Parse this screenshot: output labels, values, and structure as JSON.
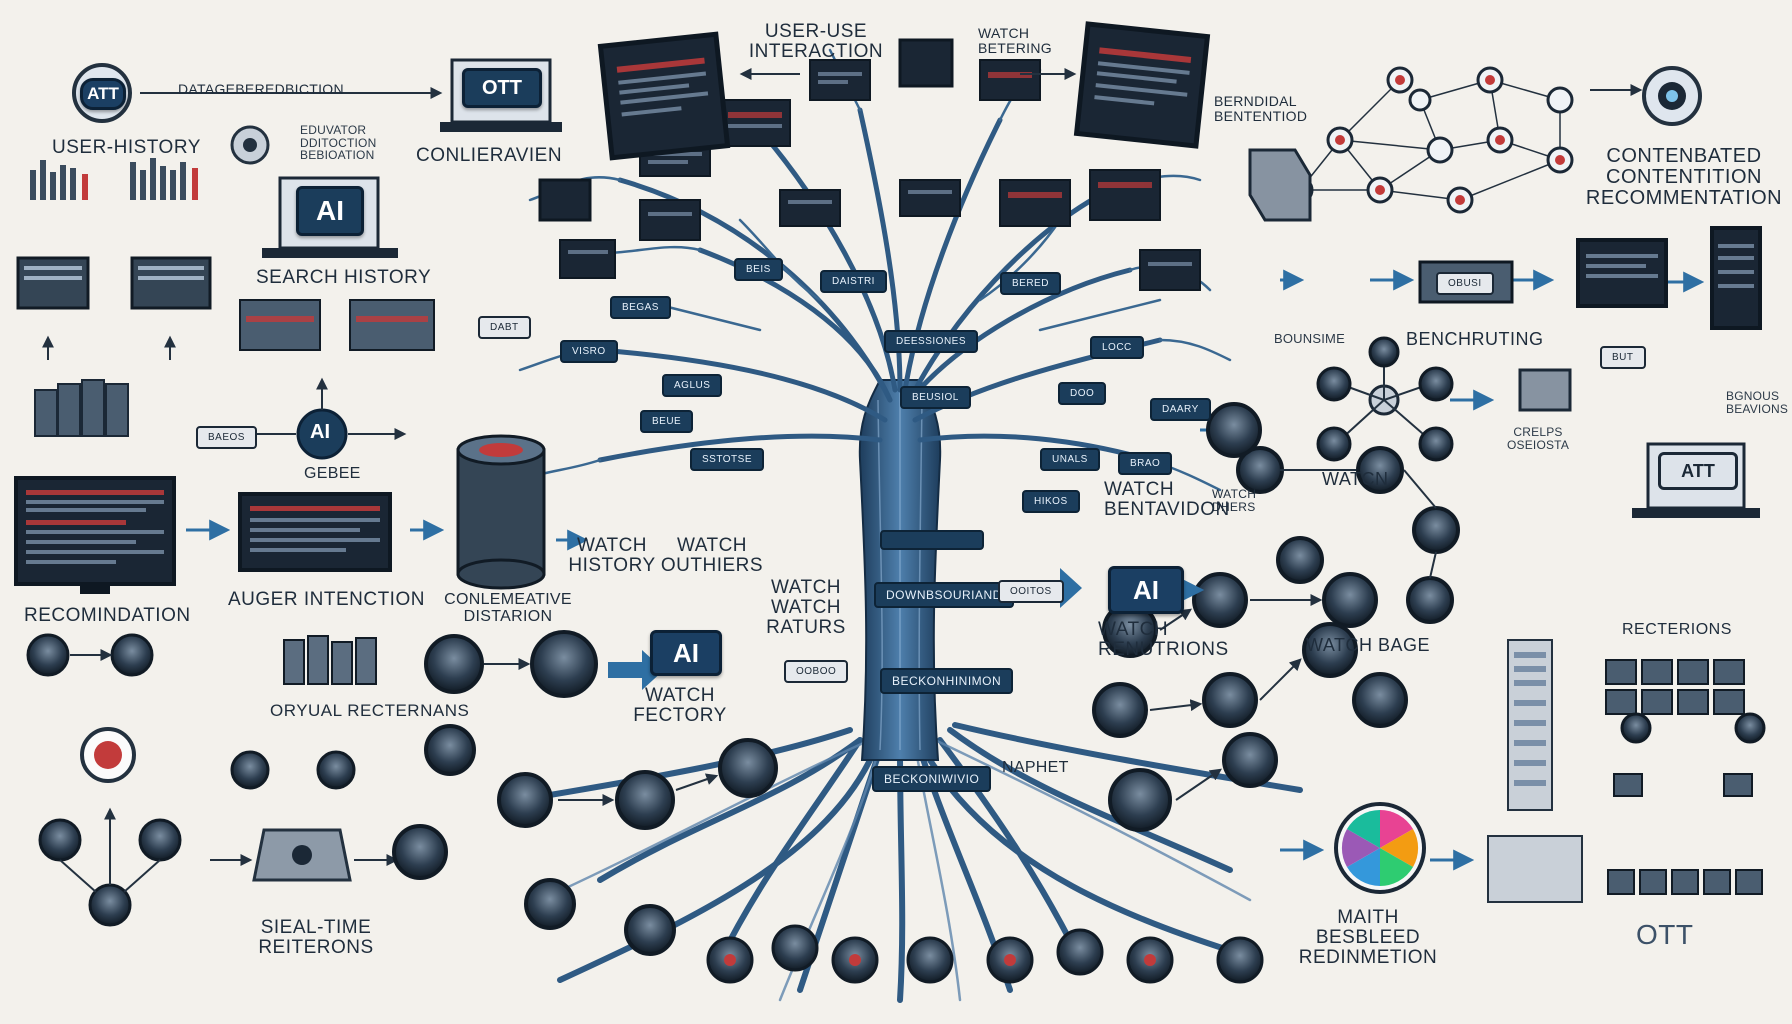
{
  "colors": {
    "background": "#f3f1ec",
    "trunk": "#2f5a83",
    "navy": "#1b3d5b",
    "accent_red": "#c23b3b",
    "arrow": "#2e6fa3"
  },
  "labels": {
    "att_badge_top": "ATT",
    "dataset_redistribution": "DATAGEBEREDBICTION",
    "user_history": "USER-HISTORY",
    "ott_badge_top": "OTT",
    "education_distribution": "EDUVATOR\nDDITOCTION\nBEBIOATION",
    "conlieravien": "CONLIERAVIEN",
    "user_use_interaction": "USER-USE\nINTERACTION",
    "watch_betering": "WATCH\nBETERING",
    "bernidal_bentention": "BERNDIDAL\nBENTENTIOD",
    "content_recommendation": "CONTENBATED\nCONTENTITION\nRECOMMENTATION",
    "ai_badge_left": "AI",
    "search_history": "SEARCH HISTORY",
    "ai_circle": "AI",
    "gebee": "GEBEE",
    "recomindation": "RECOMINDATION",
    "watch_history": "WATCH\nHISTORY",
    "watch_outliers": "WATCH\nOUTHIERS",
    "auger_interaction": "AUGER INTENCTION",
    "conlemeative_distarion": "CONLEMEATIVE\nDISTARION",
    "watch_watch_ratures": "WATCH\nWATCH\nRATURS",
    "ai_badge_center": "AI",
    "watch_fectory": "WATCH\nFECTORY",
    "ai_badge_right": "AI",
    "watch_renutrions": "WATCH\nRENUTRIONS",
    "watch_base": "WATCH BAGE",
    "watch_bentavidon": "WATCH\nBENTAVIDON",
    "watch_center": "WATCN",
    "benchruting": "BENCHRUTING",
    "watch_ottirons": "WATCH\nDHERS",
    "real_time_reaction": "SIEAL-TIME\nREITERONS",
    "oryual_recternans": "ORYUAL\nRECTERNANS",
    "naphet": "NAPHET",
    "matth_recommendation": "MAITH\nBESBLEED\nREDINMETION",
    "att_badge_right": "ATT",
    "recetions": "RECTERIONS",
    "ott_bottom": "OTT",
    "bgnous_beavions": "BGNOUS\nBEAVIONS",
    "bounsime": "BOUNSIME",
    "crelps_oseiosta": "CRELPS\nOSEIOSTA"
  },
  "trunk_bands": [
    "DOWNBSOURIAND",
    "BECKONHINIMON",
    "BECKONIWIVIO"
  ],
  "branch_chips": [
    "DEESSIONES",
    "BEUSIOL",
    "DOO",
    "AGLUS",
    "DAISTRI",
    "BERED",
    "BEIS",
    "BRAO",
    "SSTOTSE",
    "HIKOS",
    "BEGAS",
    "DAARY",
    "BEUE",
    "UNALS",
    "VISRO",
    "LOCC"
  ],
  "side_chips": [
    "BAEOS",
    "DABT",
    "OOITOS",
    "OOBOO",
    "OBUSI",
    "BUT"
  ]
}
